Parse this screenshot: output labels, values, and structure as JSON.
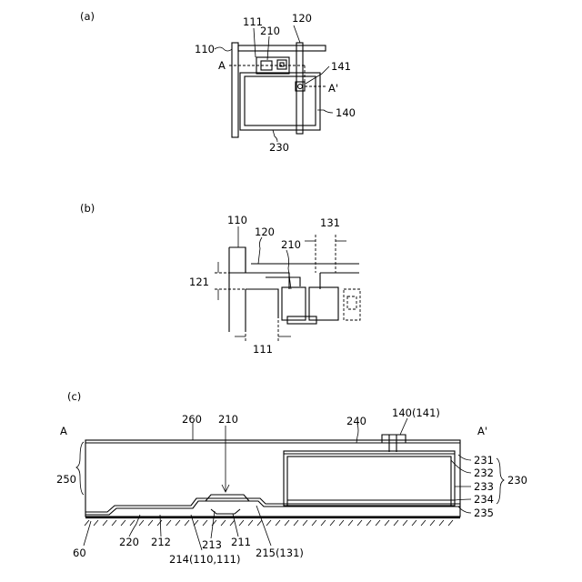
{
  "panel_a": {
    "caption": "(a)",
    "labels": {
      "l111": "111",
      "l120": "120",
      "l210": "210",
      "l110": "110",
      "lA": "A",
      "l141": "141",
      "lAp": "A'",
      "l140": "140",
      "l230": "230"
    }
  },
  "panel_b": {
    "caption": "(b)",
    "labels": {
      "l110": "110",
      "l120": "120",
      "l131": "131",
      "l210": "210",
      "l121": "121",
      "l111": "111"
    }
  },
  "panel_c": {
    "caption": "(c)",
    "labels": {
      "lA": "A",
      "lAp": "A'",
      "l260": "260",
      "l210": "210",
      "l240": "240",
      "l140": "140(141)",
      "l250": "250",
      "l231": "231",
      "l232": "232",
      "l233": "233",
      "l234": "234",
      "l235": "235",
      "l230": "230",
      "l60": "60",
      "l220": "220",
      "l212": "212",
      "l213": "213",
      "l211": "211",
      "l214": "214(110,111)",
      "l215": "215(131)"
    }
  }
}
